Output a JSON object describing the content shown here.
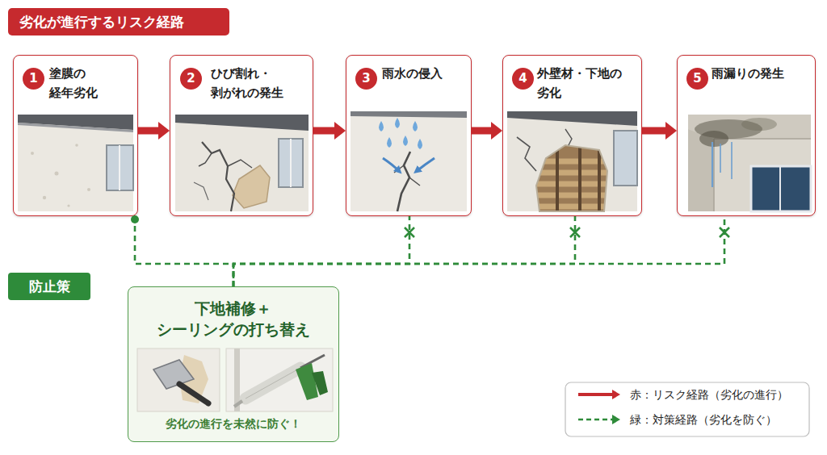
{
  "diagram": {
    "title": "劣化が進行するリスク経路",
    "nodes": [
      {
        "text": [
          "塗膜の 経年劣化"
        ]
      },
      {
        "text": [
          "1"
        ],
        "in": 0
      },
      {
        "text": [
          "ひび割れ・ 剥がれの発生"
        ]
      },
      {
        "text": [
          "2"
        ],
        "in": 2
      },
      {
        "text": [
          "雨水の侵入"
        ]
      },
      {
        "text": [
          "3"
        ],
        "in": 4
      },
      {
        "text": [
          "外壁材・下地の 劣化"
        ]
      },
      {
        "text": [
          "4"
        ],
        "in": 6
      },
      {
        "text": [
          "雨漏りの発生"
        ]
      },
      {
        "text": [
          "5"
        ],
        "in": 8
      },
      {
        "text": [
          "防止策"
        ]
      },
      {
        "text": [
          "下地補修＋ シーリングの打ち替え",
          "劣化の進行を未然に防ぐ！"
        ]
      }
    ],
    "edges": [
      {
        "from": 0,
        "to": 2,
        "arrow": "to"
      },
      {
        "from": 2,
        "to": 4,
        "arrow": "to"
      },
      {
        "from": 4,
        "to": 6,
        "arrow": "to"
      },
      {
        "from": 6,
        "to": 8,
        "arrow": "to"
      },
      {
        "from": 0,
        "to": 11,
        "arrow": "none"
      },
      {
        "from": 11,
        "to": 4,
        "arrow": "none"
      },
      {
        "from": 11,
        "to": 6,
        "arrow": "none"
      },
      {
        "from": 11,
        "to": 8,
        "arrow": "none"
      }
    ],
    "legend": [
      {
        "text": "赤：リスク経路（劣化の進行）"
      },
      {
        "text": "緑：対策経路（劣化を防ぐ）"
      }
    ]
  }
}
